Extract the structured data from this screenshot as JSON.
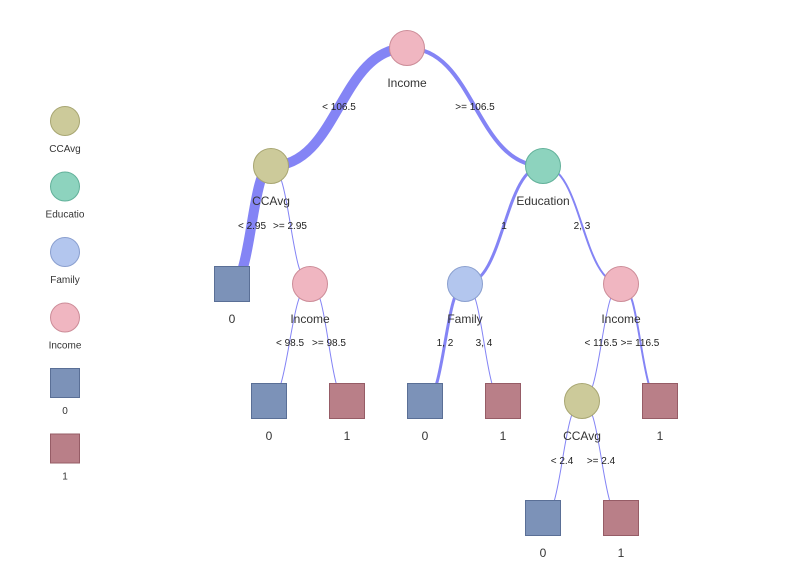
{
  "legend": [
    {
      "label": "CCAvg",
      "shape": "circle",
      "color": "#CCCA9A",
      "border": "#A8A672"
    },
    {
      "label": "Educatio",
      "shape": "circle",
      "color": "#8DD3BE",
      "border": "#62B19A"
    },
    {
      "label": "Family",
      "shape": "circle",
      "color": "#B3C6EE",
      "border": "#8A9FCF"
    },
    {
      "label": "Income",
      "shape": "circle",
      "color": "#F0B6C1",
      "border": "#CC8C98"
    },
    {
      "label": "0",
      "shape": "square",
      "color": "#7C92B8",
      "border": "#5A6F96"
    },
    {
      "label": "1",
      "shape": "square",
      "color": "#B97F88",
      "border": "#965C66"
    }
  ],
  "edge_color": "#8484F5",
  "nodes": [
    {
      "id": "n1",
      "label": "Income",
      "type": "Income"
    },
    {
      "id": "n2",
      "label": "CCAvg",
      "type": "CCAvg"
    },
    {
      "id": "n3",
      "label": "Education",
      "type": "Education"
    },
    {
      "id": "n4",
      "label": "0",
      "type": "0"
    },
    {
      "id": "n5",
      "label": "Income",
      "type": "Income"
    },
    {
      "id": "n6",
      "label": "Family",
      "type": "Family"
    },
    {
      "id": "n7",
      "label": "Income",
      "type": "Income"
    },
    {
      "id": "n8",
      "label": "0",
      "type": "0"
    },
    {
      "id": "n9",
      "label": "1",
      "type": "1"
    },
    {
      "id": "n10",
      "label": "0",
      "type": "0"
    },
    {
      "id": "n11",
      "label": "1",
      "type": "1"
    },
    {
      "id": "n12",
      "label": "CCAvg",
      "type": "CCAvg"
    },
    {
      "id": "n13",
      "label": "1",
      "type": "1"
    },
    {
      "id": "n14",
      "label": "0",
      "type": "0"
    },
    {
      "id": "n15",
      "label": "1",
      "type": "1"
    }
  ],
  "edges": [
    {
      "from": "n1",
      "to": "n2",
      "label": "< 106.5"
    },
    {
      "from": "n1",
      "to": "n3",
      "label": ">= 106.5"
    },
    {
      "from": "n2",
      "to": "n4",
      "label": "< 2.95"
    },
    {
      "from": "n2",
      "to": "n5",
      "label": ">= 2.95"
    },
    {
      "from": "n3",
      "to": "n6",
      "label": "1"
    },
    {
      "from": "n3",
      "to": "n7",
      "label": "2, 3"
    },
    {
      "from": "n5",
      "to": "n8",
      "label": "< 98.5"
    },
    {
      "from": "n5",
      "to": "n9",
      "label": ">= 98.5"
    },
    {
      "from": "n6",
      "to": "n10",
      "label": "1, 2"
    },
    {
      "from": "n6",
      "to": "n11",
      "label": "3, 4"
    },
    {
      "from": "n7",
      "to": "n12",
      "label": "< 116.5"
    },
    {
      "from": "n7",
      "to": "n13",
      "label": ">= 116.5"
    },
    {
      "from": "n12",
      "to": "n14",
      "label": "< 2.4"
    },
    {
      "from": "n12",
      "to": "n15",
      "label": ">= 2.4"
    }
  ]
}
